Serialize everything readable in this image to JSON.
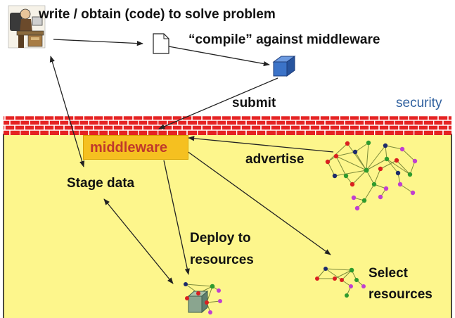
{
  "labels": {
    "write": "write / obtain (code) to solve problem",
    "compile": "“compile” against middleware",
    "submit": "submit",
    "security": "security",
    "middleware": "middleware",
    "advertise": "advertise",
    "stage_data": "Stage data",
    "deploy_line1": "Deploy to",
    "deploy_line2": "resources",
    "select_line1": "Select",
    "select_line2": "resources"
  },
  "icons": {
    "person": "programmer-at-desk-icon",
    "document": "document-icon",
    "package": "cube-icon",
    "firewall": "brick-wall",
    "resources": "network-graph-icon"
  },
  "colors": {
    "firewall_brick": "#e52323",
    "lower_background": "#fdf68c",
    "middleware_box": "#f5c020",
    "middleware_text": "#c0392b",
    "security_text": "#2e5f9e",
    "cube": "#3b73c8",
    "node_red": "#d91f1f",
    "node_green": "#2e9b2e",
    "node_magenta": "#c03fd0",
    "node_navy": "#1c2a6b"
  }
}
